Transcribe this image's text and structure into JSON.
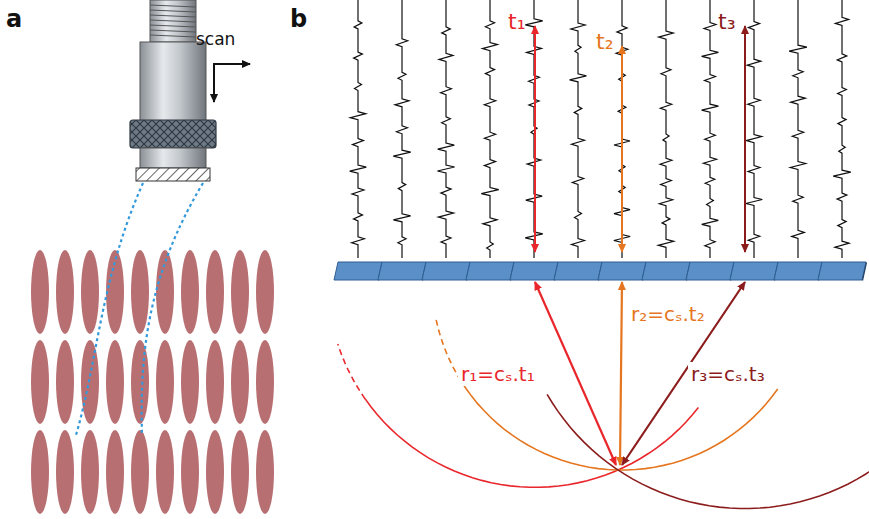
{
  "diagram": {
    "labels": [
      "a",
      "b",
      "scan",
      "t₁",
      "t₂",
      "t₃",
      "r₁=cₛ.t₁",
      "r₂=cₛ.t₂",
      "r₃=cₛ.t₃"
    ]
  }
}
